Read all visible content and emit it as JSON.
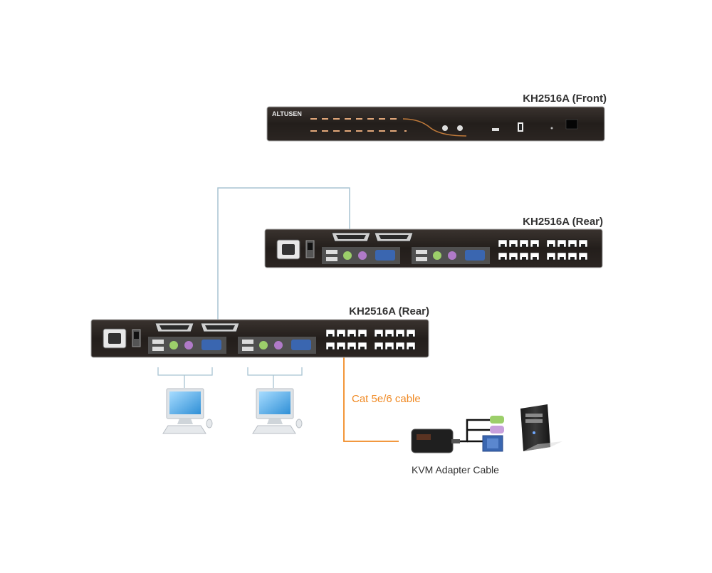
{
  "diagram": {
    "front_unit_label": "KH2516A (Front)",
    "rear_unit_1_label": "KH2516A (Rear)",
    "rear_unit_2_label": "KH2516A (Rear)",
    "brand_logo": "ALTUSEN",
    "cable_label": "Cat 5e/6 cable",
    "adapter_label": "KVM Adapter Cable"
  },
  "colors": {
    "chassis": "#2b2522",
    "chassis_border": "#aaaaaa",
    "front_led": "#e3a87a",
    "port_panel": "#505050",
    "ps2_green": "#9ccf6a",
    "ps2_purple": "#b07ac8",
    "vga_blue": "#3a66b0",
    "daisy_chain_line": "#a8c4d2",
    "cat5_line": "#f08a24",
    "label_text": "#333333"
  },
  "icons": [
    "power-socket-icon",
    "power-switch-icon",
    "db25-connector-icon",
    "usb-port-icon",
    "ps2-port-icon",
    "vga-port-icon",
    "rj45-port-icon",
    "monitor-icon",
    "keyboard-icon",
    "mouse-icon",
    "kvm-adapter-icon",
    "pc-tower-icon"
  ]
}
